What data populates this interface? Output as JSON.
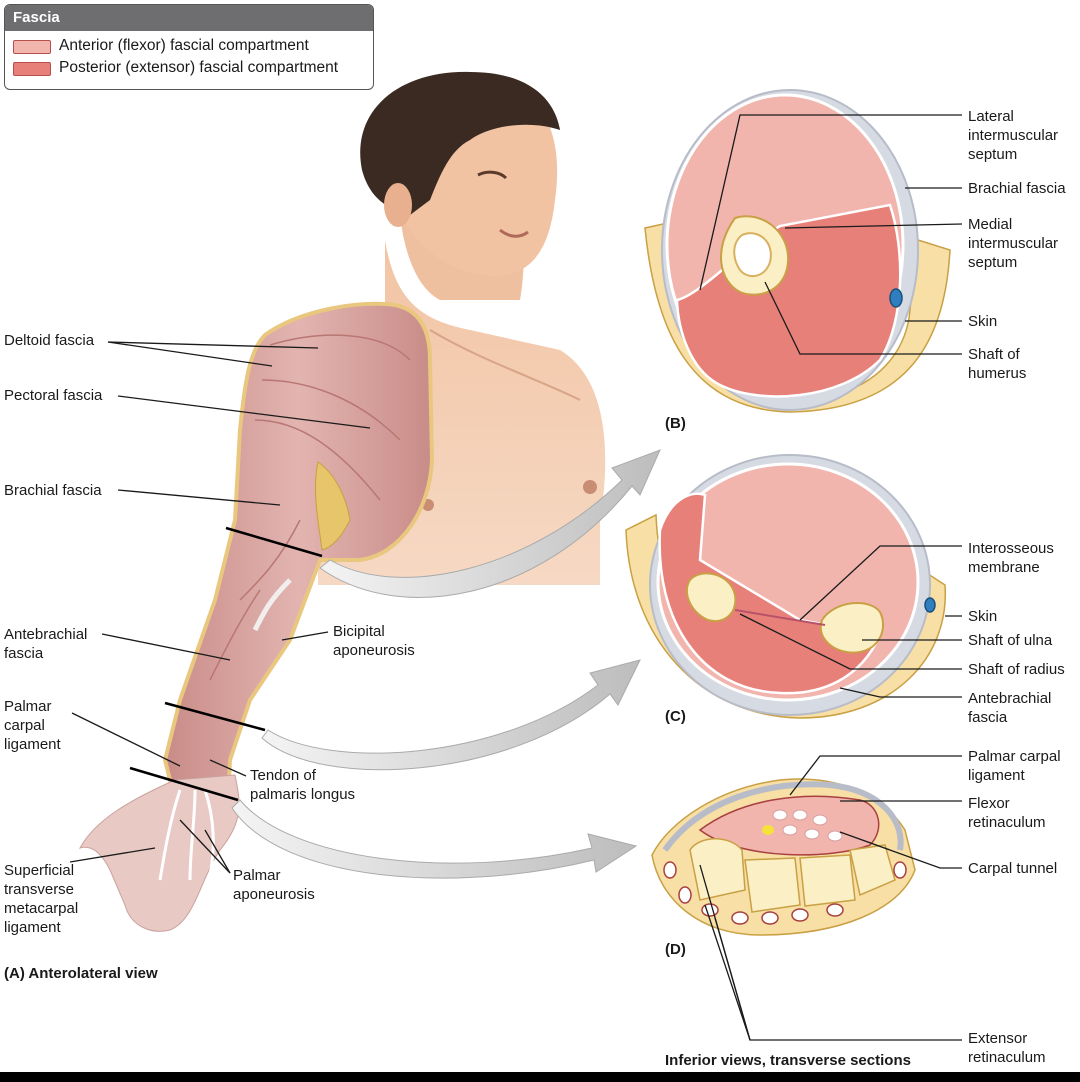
{
  "legend": {
    "title": "Fascia",
    "items": [
      {
        "label": "Anterior (flexor) fascial compartment",
        "color": "#f2b5ae"
      },
      {
        "label": "Posterior (extensor) fascial compartment",
        "color": "#e8807a"
      }
    ]
  },
  "panel_a": {
    "caption": "(A) Anterolateral view",
    "labels": {
      "deltoid": "Deltoid fascia",
      "pectoral": "Pectoral fascia",
      "brachial": "Brachial fascia",
      "antebrachial": "Antebrachial\nfascia",
      "bicipital": "Bicipital\naponeurosis",
      "palmar_carpal": "Palmar\ncarpal\nligament",
      "tendon": "Tendon of\npalmaris longus",
      "superficial": "Superficial\ntransverse\nmetacarpal\nligament",
      "palmar_aponeurosis": "Palmar\naponeurosis"
    }
  },
  "panel_b": {
    "caption": "(B)",
    "labels": {
      "lateral_septum": "Lateral\nintermuscular\nseptum",
      "brachial_fascia": "Brachial fascia",
      "medial_septum": "Medial\nintermuscular\nseptum",
      "skin": "Skin",
      "humerus": "Shaft of\nhumerus"
    }
  },
  "panel_c": {
    "caption": "(C)",
    "labels": {
      "interosseous": "Interosseous\nmembrane",
      "skin": "Skin",
      "ulna": "Shaft of ulna",
      "radius": "Shaft of radius",
      "antebrachial_fascia": "Antebrachial\nfascia"
    }
  },
  "panel_d": {
    "caption": "(D)",
    "labels": {
      "palmar_carpal": "Palmar carpal\nligament",
      "flexor_ret": "Flexor\nretinaculum",
      "carpal_tunnel": "Carpal tunnel",
      "extensor_ret": "Extensor\nretinaculum"
    }
  },
  "footer": "Inferior views, transverse sections",
  "colors": {
    "anterior": "#f2b5ae",
    "posterior": "#e8807a",
    "skin": "#f7dfa6",
    "bone": "#fbefc6",
    "fascia": "#b7bcc8",
    "muscle": "#d9a3a3",
    "arrow": "#c4c4c4"
  }
}
